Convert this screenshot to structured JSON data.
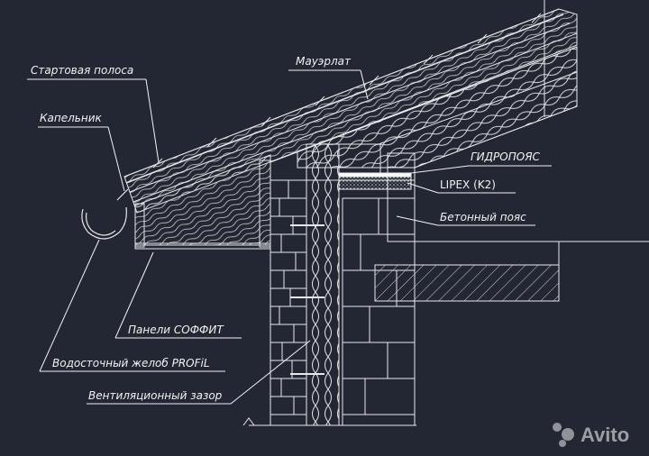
{
  "labels": {
    "start_strip": "Стартовая полоса",
    "mauerlat": "Мауэрлат",
    "drip_edge": "Капельник",
    "waterproof_belt": "ГИДРОПОЯС",
    "lipex": "LIPEX (K2)",
    "concrete_belt": "Бетонный пояс",
    "soffit_panels": "Панели СОФФИТ",
    "gutter": "Водосточный желоб PROFiL",
    "vent_gap": "Вентиляционный зазор"
  },
  "watermark": "Avito",
  "colors": {
    "background": "#222733",
    "lines": "#e8e8e8",
    "accent_fill": "#ffffff"
  }
}
